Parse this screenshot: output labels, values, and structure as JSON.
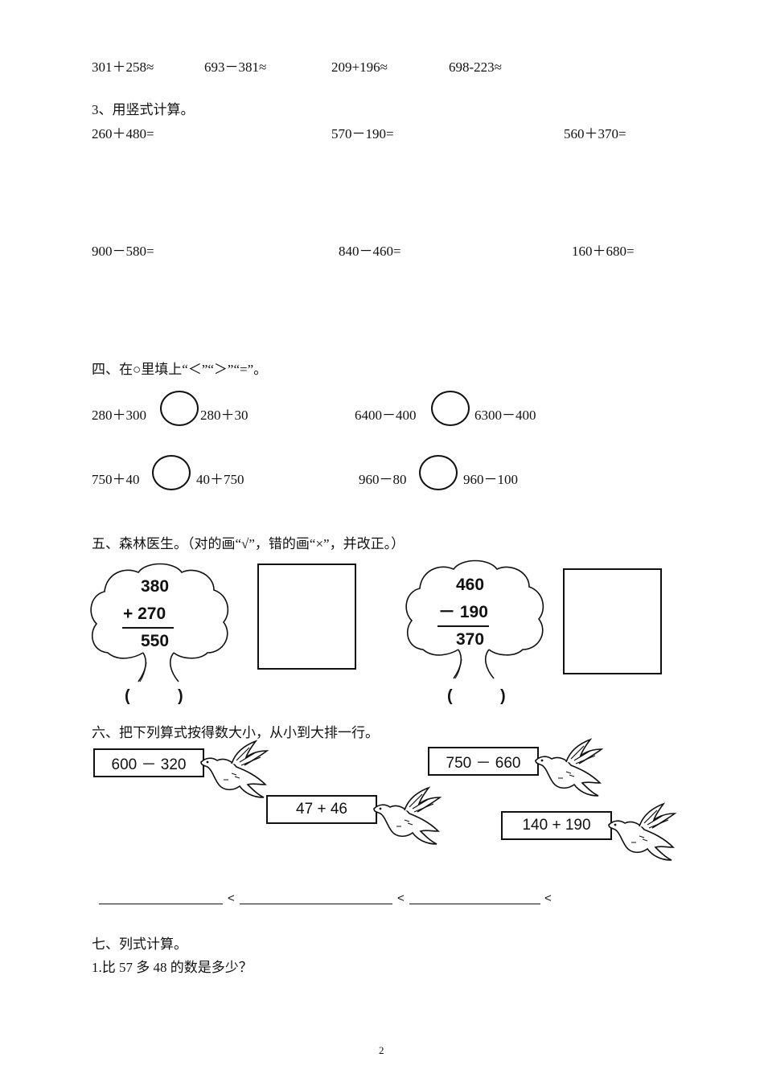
{
  "estimate_row": [
    "301＋258≈",
    "693－381≈",
    "209+196≈",
    "698-223≈"
  ],
  "section3": {
    "title": "3、用竖式计算。",
    "row1": [
      "260＋480=",
      "570－190=",
      "560＋370="
    ],
    "row2": [
      "900－580=",
      "840－460=",
      "160＋680="
    ]
  },
  "section4": {
    "title": "四、在○里填上“＜”“＞”“=”。",
    "pairs": [
      {
        "left": "280＋300",
        "right": "280＋30"
      },
      {
        "left": "6400－400",
        "right": "6300－400"
      },
      {
        "left": "750＋40",
        "right": "40＋750"
      },
      {
        "left": "960－80",
        "right": "960－100"
      }
    ]
  },
  "section5": {
    "title": "五、森林医生。（对的画“√”，错的画“×”，并改正。）",
    "trees": [
      {
        "top": "380",
        "op": "+ 270",
        "result": "550",
        "open": "(",
        "close": ")"
      },
      {
        "top": "460",
        "op": "－ 190",
        "result": "370",
        "open": "(",
        "close": ")"
      }
    ]
  },
  "section6": {
    "title": "六、把下列算式按得数大小，从小到大排一行。",
    "expressions": [
      "600 － 320",
      "750 － 660",
      "47 + 46",
      "140 + 190"
    ],
    "lt_signs": [
      "<",
      "<",
      "<"
    ]
  },
  "section7": {
    "title": "七、列式计算。",
    "q1": "1.比 57 多 48 的数是多少？"
  },
  "page_number": "2",
  "icons": [
    "tree-icon",
    "dove-icon"
  ]
}
